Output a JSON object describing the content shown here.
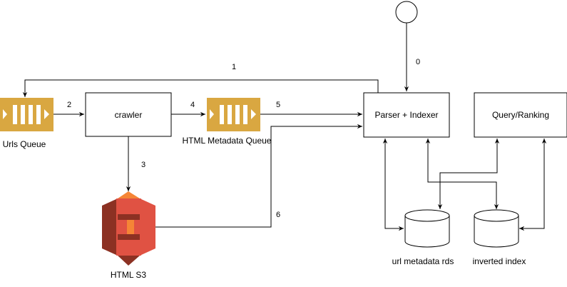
{
  "nodes": {
    "urls_queue": {
      "label": "Urls Queue"
    },
    "crawler": {
      "label": "crawler"
    },
    "html_metadata_queue": {
      "label": "HTML Metadata Queue"
    },
    "parser_indexer": {
      "label": "Parser + Indexer"
    },
    "query_ranking": {
      "label": "Query/Ranking"
    },
    "html_s3": {
      "label": "HTML S3"
    },
    "url_metadata_rds": {
      "label": "url metadata rds"
    },
    "inverted_index": {
      "label": "inverted index"
    }
  },
  "edges": {
    "e0": "0",
    "e1": "1",
    "e2": "2",
    "e3": "3",
    "e4": "4",
    "e5": "5",
    "e6": "6"
  },
  "colors": {
    "queue": "#D9A741",
    "queue_bars": "#ffffff",
    "s3_main": "#E05243",
    "s3_dark": "#8C3123",
    "s3_light": "#F58536"
  },
  "icons": {
    "queue": "sqs-queue-icon",
    "s3": "s3-bucket-icon",
    "db": "database-cylinder-icon",
    "start": "start-circle-icon"
  }
}
